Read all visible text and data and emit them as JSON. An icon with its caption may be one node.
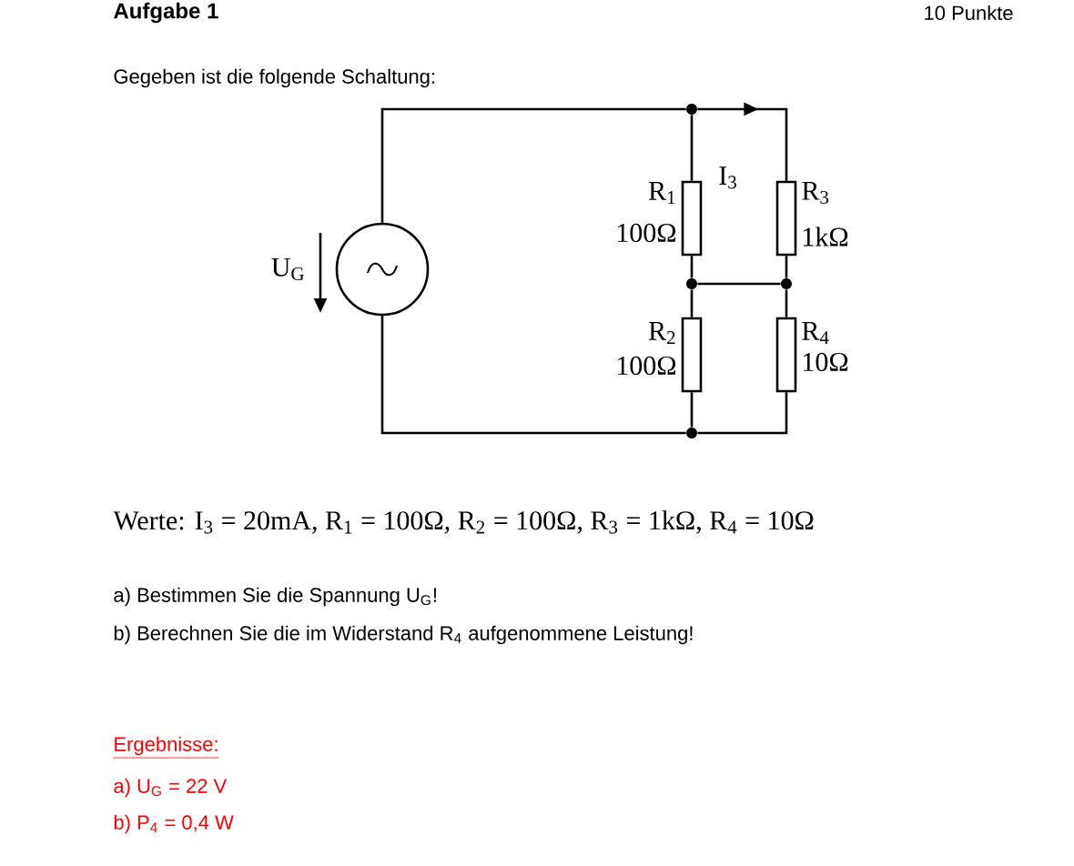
{
  "diagram": {
    "title": "Aufgabe 1",
    "nodes": [
      {
        "text": [],
        "shape": "circle",
        "beside": [
          "U$_{G}$"
        ]
      },
      {
        "text": [],
        "shape": "dot"
      },
      {
        "text": [],
        "shape": "box",
        "beside": [
          "R$_{1}$",
          "100Ω"
        ]
      },
      {
        "text": [],
        "shape": "box",
        "beside": [
          "R$_{3}$",
          "1kΩ"
        ]
      },
      {
        "text": [],
        "shape": "dot"
      },
      {
        "text": [],
        "shape": "dot"
      },
      {
        "text": [],
        "shape": "box",
        "beside": [
          "R$_{2}$",
          "100Ω"
        ]
      },
      {
        "text": [],
        "shape": "box",
        "beside": [
          "R$_{4}$",
          "10Ω"
        ]
      },
      {
        "text": [],
        "shape": "dot"
      }
    ],
    "edges": [
      {
        "from": 0,
        "to": 1,
        "arrow": "none"
      },
      {
        "from": 1,
        "to": 2,
        "arrow": "none"
      },
      {
        "from": 1,
        "to": 3,
        "arrow": "to",
        "label": "I$_{3}$"
      },
      {
        "from": 2,
        "to": 4,
        "arrow": "none"
      },
      {
        "from": 4,
        "to": 5,
        "arrow": "none"
      },
      {
        "from": 3,
        "to": 5,
        "arrow": "none"
      },
      {
        "from": 4,
        "to": 6,
        "arrow": "none"
      },
      {
        "from": 5,
        "to": 7,
        "arrow": "none"
      },
      {
        "from": 6,
        "to": 8,
        "arrow": "none"
      },
      {
        "from": 7,
        "to": 8,
        "arrow": "none"
      },
      {
        "from": 8,
        "to": 0,
        "arrow": "none"
      }
    ],
    "labels": [
      "10 Punkte",
      "Gegeben ist die folgende Schaltung:",
      "Werte: I$_{3}$ = 20mA, R$_{1}$ = 100Ω, R$_{2}$ = 100Ω, R$_{3}$ = 1kΩ, R$_{4}$ = 10Ω",
      "a) Bestimmen Sie die Spannung U$_{G}$!",
      "b) Berechnen Sie die im Widerstand R$_{4}$ aufgenommene Leistung!",
      "Ergebnisse:",
      "a) U$_{G}$ = 22 V",
      "b) P$_{4}$ = 0,4 W"
    ]
  }
}
